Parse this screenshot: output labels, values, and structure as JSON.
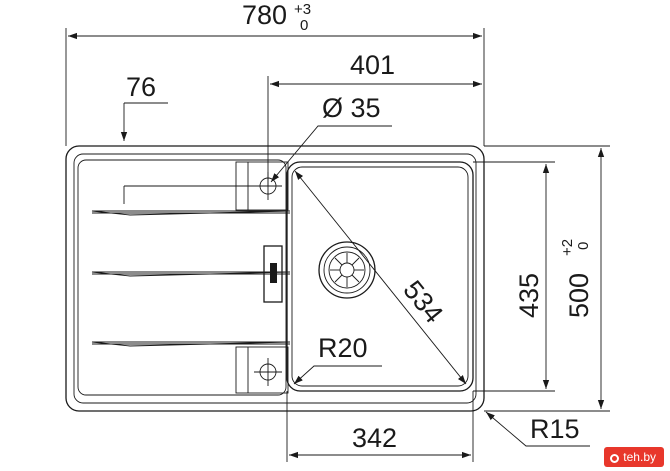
{
  "dimensions": {
    "overall_width": {
      "value": "780",
      "tol_upper": "+3",
      "tol_lower": "0"
    },
    "drain_offset": "401",
    "tap_hole_offset": "76",
    "tap_hole_diameter": "Ø 35",
    "diagonal": "534",
    "inner_radius": "R20",
    "bowl_width": "342",
    "outer_radius": "R15",
    "bowl_depth": "435",
    "overall_depth": {
      "value": "500",
      "tol_upper": "+2",
      "tol_lower": "0"
    }
  },
  "watermark": {
    "text": "teh.by"
  },
  "colors": {
    "line": "#1a1a1a",
    "watermark_bg": "#e8372b"
  }
}
